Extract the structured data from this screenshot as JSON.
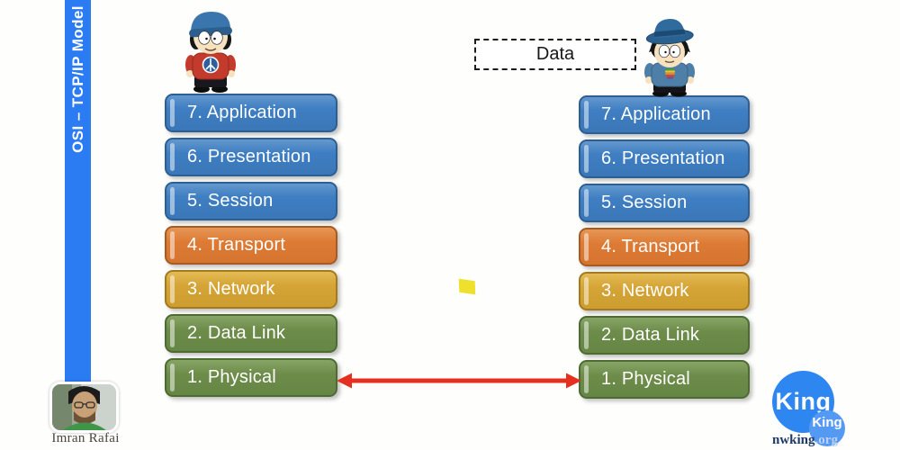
{
  "banner": {
    "title": "OSI – TCP/IP Model"
  },
  "packet": {
    "label": "Data"
  },
  "layers": [
    {
      "label": "7. Application",
      "color": "#3b7cc0"
    },
    {
      "label": "6. Presentation",
      "color": "#3b7cc0"
    },
    {
      "label": "5. Session",
      "color": "#3b7cc0"
    },
    {
      "label": "4. Transport",
      "color": "#dd7b35"
    },
    {
      "label": "3. Network",
      "color": "#d5a436"
    },
    {
      "label": "2. Data Link",
      "color": "#6d8c4a"
    },
    {
      "label": "1. Physical",
      "color": "#6d8c4a"
    }
  ],
  "presenter": {
    "name": "Imran Rafai"
  },
  "logo": {
    "main_text": "King",
    "badge_text": "King",
    "site_name": "nwking",
    "site_tld": ".org"
  },
  "characters": {
    "left": "beanie-kid",
    "right": "fedora-kid"
  },
  "colors": {
    "ribbon_blue": "#2b7bf3",
    "arrow_red": "#e5301f",
    "note_yellow": "#f0e02e",
    "logo_blue": "#2e86f0",
    "background": "#fefefd"
  }
}
